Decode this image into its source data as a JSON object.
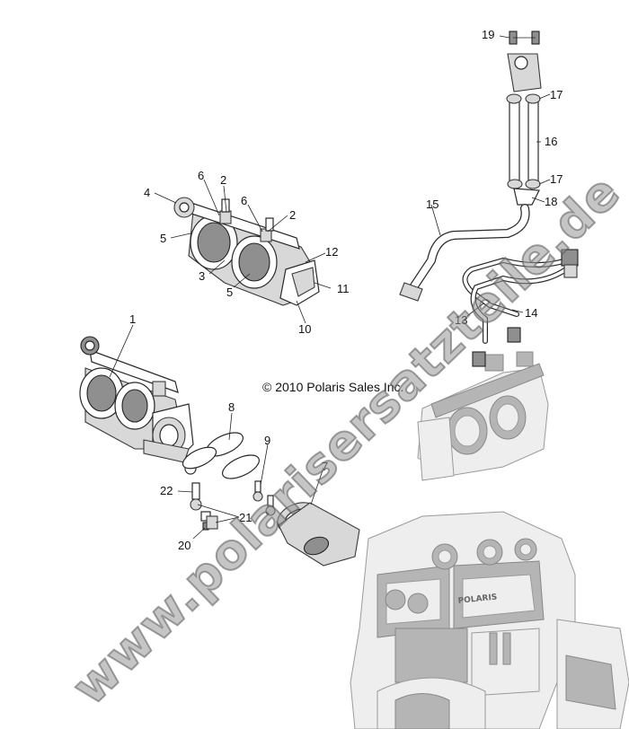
{
  "diagram": {
    "copyright": "© 2010 Polaris Sales Inc.",
    "watermark": "www.polarisersatzteile.de",
    "engine_badge": "POLARIS",
    "callouts": [
      {
        "id": "c1",
        "label": "1"
      },
      {
        "id": "c2a",
        "label": "2"
      },
      {
        "id": "c2b",
        "label": "2"
      },
      {
        "id": "c3",
        "label": "3"
      },
      {
        "id": "c4",
        "label": "4"
      },
      {
        "id": "c5a",
        "label": "5"
      },
      {
        "id": "c5b",
        "label": "5"
      },
      {
        "id": "c6a",
        "label": "6"
      },
      {
        "id": "c6b",
        "label": "6"
      },
      {
        "id": "c7",
        "label": "7"
      },
      {
        "id": "c8",
        "label": "8"
      },
      {
        "id": "c9",
        "label": "9"
      },
      {
        "id": "c10",
        "label": "10"
      },
      {
        "id": "c11",
        "label": "11"
      },
      {
        "id": "c12",
        "label": "12"
      },
      {
        "id": "c13",
        "label": "13"
      },
      {
        "id": "c14",
        "label": "14"
      },
      {
        "id": "c15",
        "label": "15"
      },
      {
        "id": "c16",
        "label": "16"
      },
      {
        "id": "c17a",
        "label": "17"
      },
      {
        "id": "c17b",
        "label": "17"
      },
      {
        "id": "c18",
        "label": "18"
      },
      {
        "id": "c19",
        "label": "19"
      },
      {
        "id": "c20",
        "label": "20"
      },
      {
        "id": "c21",
        "label": "21"
      },
      {
        "id": "c22",
        "label": "22"
      }
    ]
  }
}
